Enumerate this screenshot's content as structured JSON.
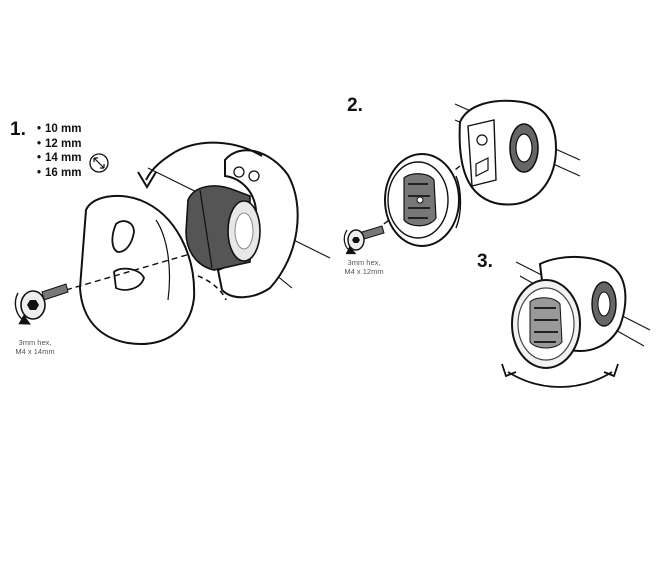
{
  "steps": [
    {
      "number": "1."
    },
    {
      "number": "2."
    },
    {
      "number": "3."
    }
  ],
  "handlebar_sizes": [
    "10 mm",
    "12 mm",
    "14 mm",
    "16 mm"
  ],
  "bolt_notes": {
    "step1": {
      "line1": "3mm hex,",
      "line2": "M4 x 14mm"
    },
    "step2": {
      "line1": "3mm hex,",
      "line2": "M4 x 12mm"
    }
  },
  "icons": [
    "resize-arrows-icon",
    "rotate-arrow-icon",
    "hex-bolt-icon",
    "swivel-arrows-icon"
  ],
  "colors": {
    "line": "#111111",
    "shim": "#555555",
    "fill": "#ffffff",
    "note": "#555555"
  }
}
